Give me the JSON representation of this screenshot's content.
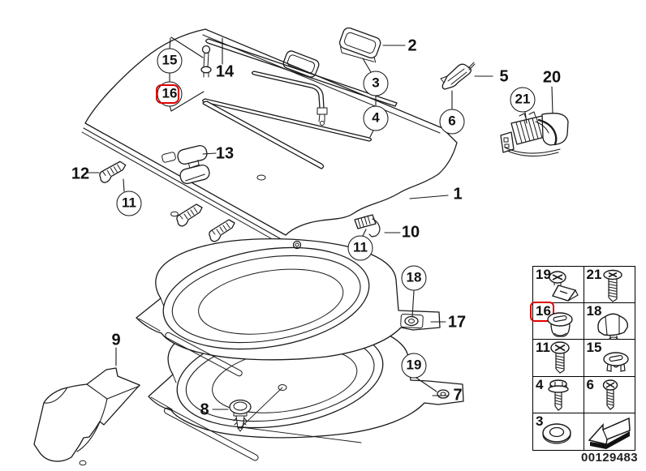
{
  "part_diagram": {
    "code": "00129483",
    "highlight_color": "#e10000",
    "highlighted_part": "16",
    "callouts": {
      "c1": "1",
      "c2": "2",
      "c3": "3",
      "c4": "4",
      "c5": "5",
      "c6": "6",
      "c7": "7",
      "c8": "8",
      "c9": "9",
      "c10": "10",
      "c11a": "11",
      "c11b": "11",
      "c12": "12",
      "c13": "13",
      "c14": "14",
      "c15": "15",
      "c16": "16",
      "c17": "17",
      "c18": "18",
      "c19": "19",
      "c20": "20",
      "c21": "21"
    },
    "legend": {
      "cells": [
        {
          "num": "19",
          "icon": "screw-with-cage-nut"
        },
        {
          "num": "21",
          "icon": "phillips-pan-screw-long"
        },
        {
          "num": "16",
          "icon": "expanding-grommet",
          "highlighted": true
        },
        {
          "num": "18",
          "icon": "wing-knob"
        },
        {
          "num": "11",
          "icon": "phillips-pan-screw"
        },
        {
          "num": "15",
          "icon": "grommet-clip"
        },
        {
          "num": "4",
          "icon": "hex-flange-bolt"
        },
        {
          "num": "6",
          "icon": "phillips-screw-small"
        },
        {
          "num": "3",
          "icon": "flat-washer"
        },
        {
          "num": "",
          "icon": "continue-arrow"
        }
      ]
    }
  }
}
